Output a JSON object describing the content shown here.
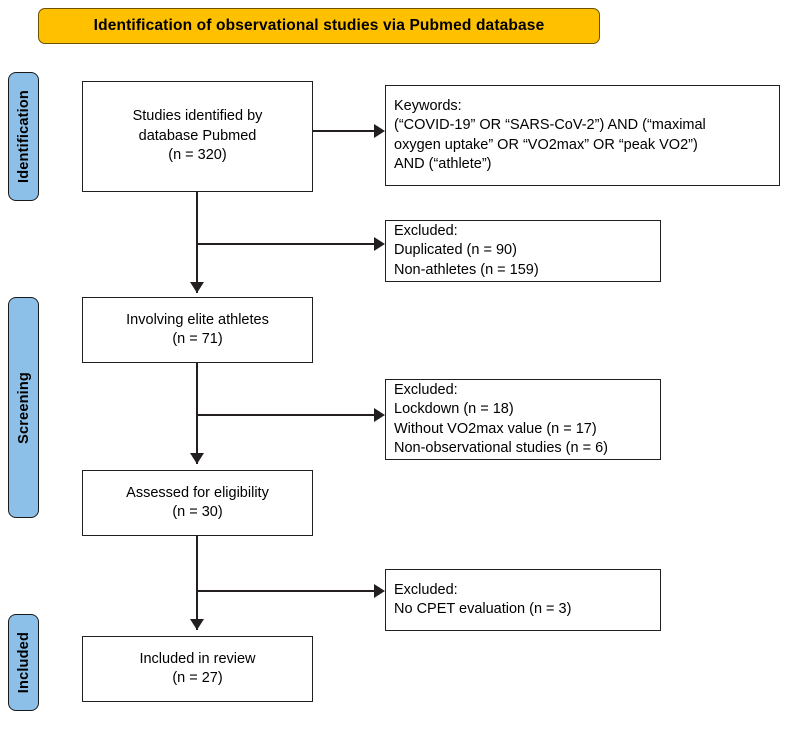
{
  "header": {
    "title": "Identification of observational studies via Pubmed database",
    "background_color": "#FFC000"
  },
  "phases": {
    "bar_color": "#8DC0E8",
    "items": [
      {
        "id": "identification",
        "label": "Identification"
      },
      {
        "id": "screening",
        "label": "Screening"
      },
      {
        "id": "included",
        "label": "Included"
      }
    ]
  },
  "flow": {
    "identified": {
      "line1": "Studies identified by",
      "line2": "database Pubmed",
      "line3": "(n = 320)"
    },
    "elite": {
      "line1": "Involving elite athletes",
      "line2": "(n = 71)"
    },
    "assessed": {
      "line1": "Assessed for eligibility",
      "line2": "(n = 30)"
    },
    "included": {
      "line1": "Included in review",
      "line2": "(n = 27)"
    }
  },
  "side": {
    "keywords": {
      "line1": "Keywords:",
      "line2": "(“COVID-19” OR “SARS-CoV-2”) AND (“maximal",
      "line3": "oxygen uptake” OR “VO2max” OR “peak VO2”)",
      "line4": "AND (“athlete”)"
    },
    "excluded_1": {
      "line1": "Excluded:",
      "line2": "Duplicated (n = 90)",
      "line3": "Non-athletes (n = 159)"
    },
    "excluded_2": {
      "line1": "Excluded:",
      "line2": "Lockdown (n = 18)",
      "line3": "Without VO2max value (n = 17)",
      "line4": "Non-observational studies (n = 6)"
    },
    "excluded_3": {
      "line1": "Excluded:",
      "line2": "No CPET evaluation (n = 3)"
    }
  },
  "chart_data": {
    "type": "diagram",
    "title": "Identification of observational studies via Pubmed database",
    "stages": [
      {
        "phase": "Identification",
        "node": "Studies identified by database Pubmed",
        "n": 320,
        "side_note": "Keywords: (“COVID-19” OR “SARS-CoV-2”) AND (“maximal oxygen uptake” OR “VO2max” OR “peak VO2”) AND (“athlete”)",
        "exclusions": [
          {
            "reason": "Duplicated",
            "n": 90
          },
          {
            "reason": "Non-athletes",
            "n": 159
          }
        ]
      },
      {
        "phase": "Screening",
        "node": "Involving elite athletes",
        "n": 71,
        "exclusions": [
          {
            "reason": "Lockdown",
            "n": 18
          },
          {
            "reason": "Without VO2max value",
            "n": 17
          },
          {
            "reason": "Non-observational studies",
            "n": 6
          }
        ]
      },
      {
        "phase": "Screening",
        "node": "Assessed for eligibility",
        "n": 30,
        "exclusions": [
          {
            "reason": "No CPET evaluation",
            "n": 3
          }
        ]
      },
      {
        "phase": "Included",
        "node": "Included in review",
        "n": 27,
        "exclusions": []
      }
    ]
  }
}
